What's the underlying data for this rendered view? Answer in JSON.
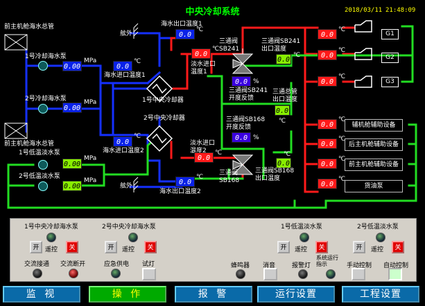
{
  "header": {
    "title": "中央冷却系统",
    "date": "2018/03/11",
    "time": "21:48:09"
  },
  "units": {
    "pressure": "MPa",
    "temp": "℃",
    "percent": "%"
  },
  "labels": {
    "sw_main_front": "前主机舱海水总管",
    "sw_main_rear": "前主机舱海水总管",
    "pump1": "1号冷却海水泵",
    "pump2": "2号冷却海水泵",
    "lt1": "1号低温淡水泵",
    "lt2": "2号低温淡水泵",
    "overboard1": "舷外",
    "overboard2": "舷外",
    "sw_out_t1": "海水出口温度1",
    "sw_in_t1": "海水进口温度1",
    "fw_in_t1": "淡水进口\n温度1",
    "cooler1": "1号中央冷却器",
    "cooler2": "2号中央冷却器",
    "sw_in_t2": "海水进口温度2",
    "fw_in_t2": "淡水进口\n温度2",
    "sw_out_t2": "海水出口温度2",
    "v241": "三通阀\nSB241",
    "v241_out": "三通阀SB241\n出口温度",
    "v241_fb": "三通阀SB241\n开度反馈",
    "v168_fb": "三通阀SB168\n开度反馈",
    "v168": "三通阀\nSB168",
    "v168_out": "三通阀SB168\n出口温度",
    "main_out": "三通总管\n出口温度"
  },
  "values": {
    "p_pump1": "0.00",
    "p_pump2": "0.00",
    "p_lt1": "0.00",
    "p_lt2": "0.00",
    "t_sw_out1": "0.0",
    "t_sw_in1": "0.0",
    "t_fw_in1": "0.0",
    "t_sw_in2": "0.0",
    "t_fw_in2": "0.0",
    "t_sw_out2": "0.0",
    "t_v241_out": "0.0",
    "f_v241": "0.0",
    "f_v168": "0.0",
    "t_v168_out": "0.0",
    "t_main_out": "0.0",
    "t_g1": "0.0",
    "t_g2": "0.0",
    "t_g3": "0.0",
    "t_dev1": "0.0",
    "t_dev2": "0.0",
    "t_dev3": "0.0",
    "t_dev4": "0.0"
  },
  "generators": [
    "G1",
    "G2",
    "G3"
  ],
  "devices": [
    "辅机舱辅助设备",
    "后主机舱辅助设备",
    "前主机舱辅助设备",
    "货油泵"
  ],
  "panel": {
    "groups": [
      "1号中央冷却海水泵",
      "2号中央冷却海水泵",
      "1号低温淡水泵",
      "2号低温淡水泵"
    ],
    "start": "开",
    "stop": "关",
    "remote": "遥控",
    "row3": [
      "交流接通",
      "交流断开",
      "应急供电",
      "试灯",
      "蜂鸣器",
      "消音",
      "报警灯",
      "系统运行\n指示",
      "手动控制",
      "自动控制"
    ]
  },
  "nav": {
    "monitor": "监 视",
    "operate": "操 作",
    "alarm": "报 警",
    "run_settings": "运行设置",
    "eng_settings": "工程设置"
  },
  "colors": {
    "hot": "#ff1a1a",
    "cold": "#1530ff",
    "fresh": "#22dd22"
  }
}
